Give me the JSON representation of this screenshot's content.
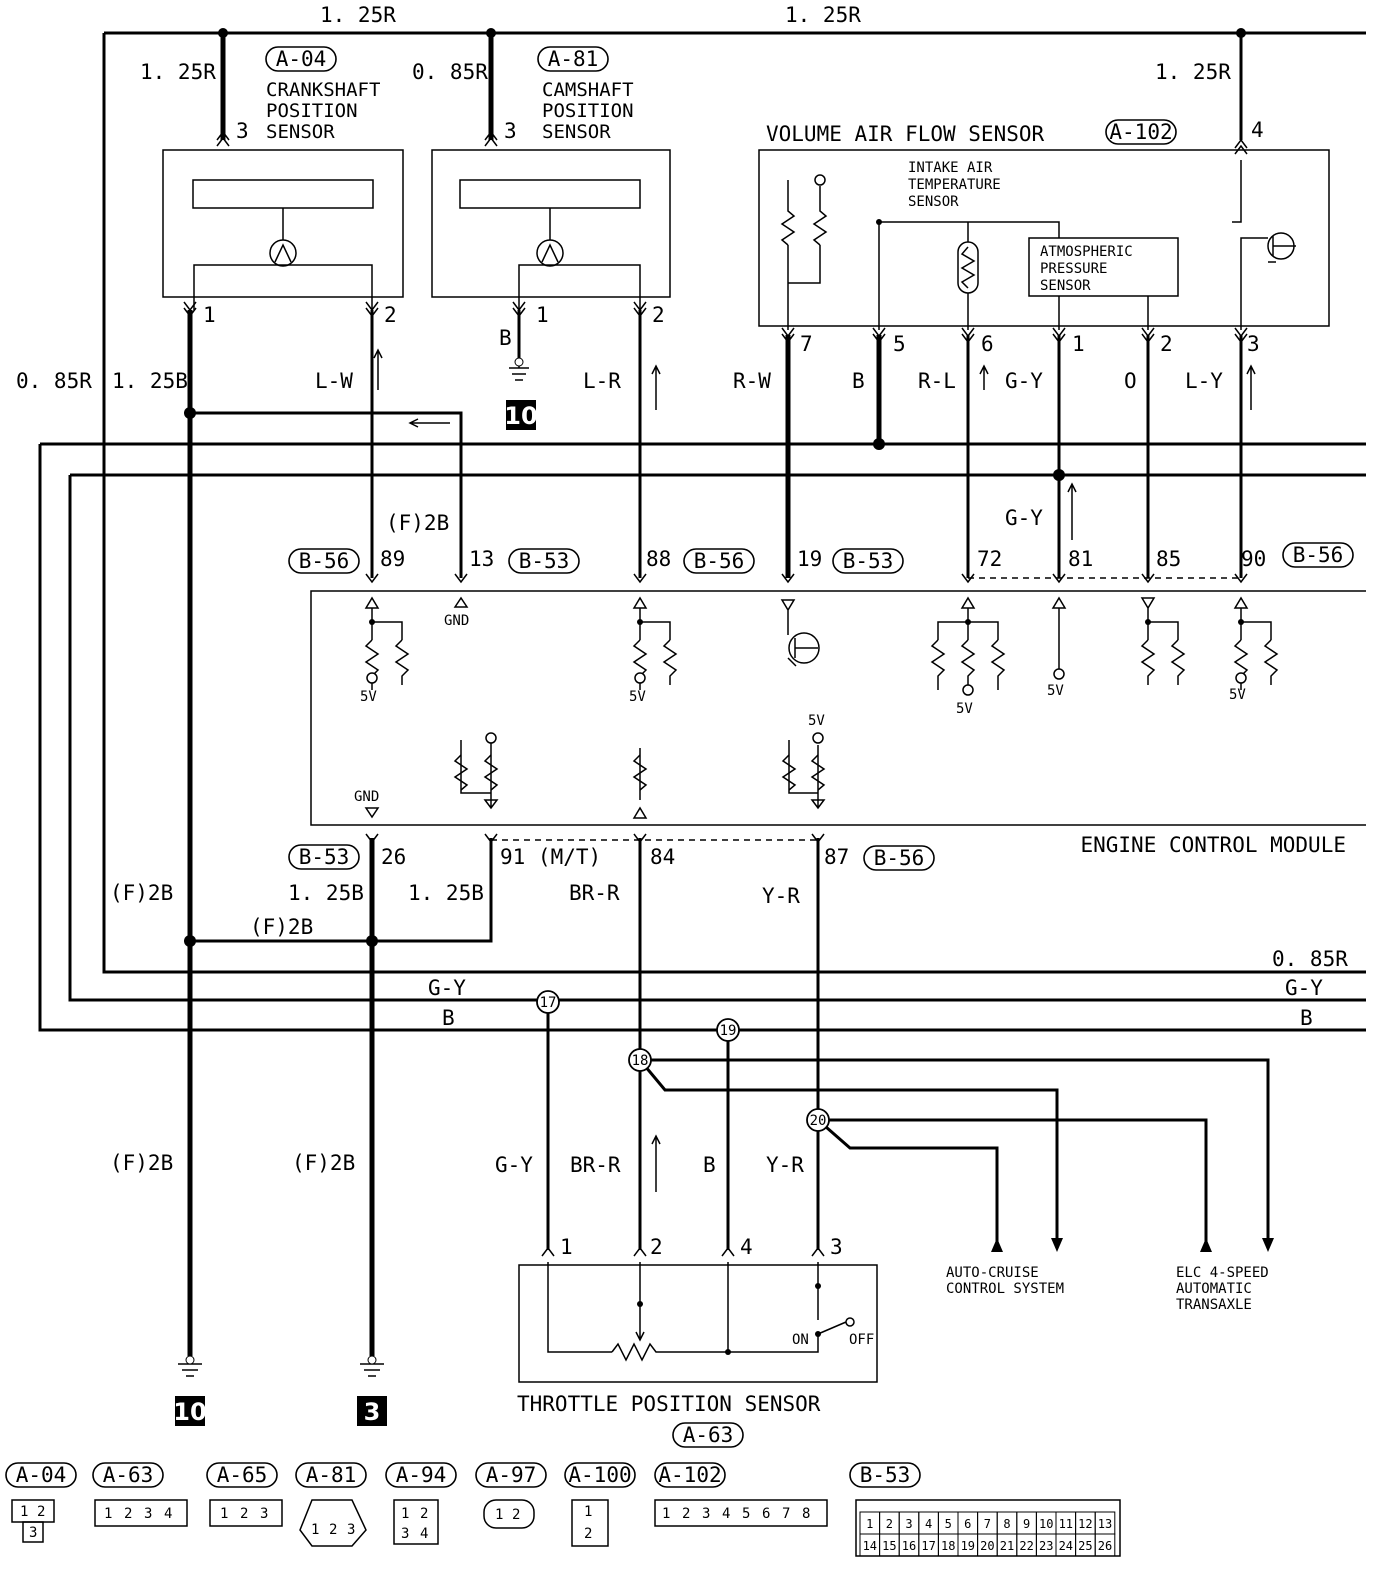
{
  "ground_box_center": "10",
  "ground_box_left": "10",
  "ground_box_right": "3",
  "wire_labels": {
    "top_left": "1. 25R",
    "top_right": "1. 25R",
    "ckp_feed": "1. 25R",
    "cmp_feed": "0. 85R",
    "vaf_feed": "1. 25R",
    "left_085r": "0. 85R",
    "left_125b": "1. 25B",
    "l_w": "L-W",
    "b_cmp": "B",
    "l_r": "L-R",
    "r_w": "R-W",
    "b_vaf": "B",
    "r_l": "R-L",
    "g_y_vaf": "G-Y",
    "o": "O",
    "l_y": "L-Y",
    "f2b_upper": "(F)2B",
    "g_y_mid": "G-Y",
    "f2b_left_lower": "(F)2B",
    "b26_125b": "1. 25B",
    "b91_125b": "1. 25B",
    "br_r_upper": "BR-R",
    "y_r_upper": "Y-R",
    "f2b_joint": "(F)2B",
    "bus_085r": "0. 85R",
    "bus_gy_left": "G-Y",
    "bus_gy_right": "G-Y",
    "bus_b_left": "B",
    "bus_b_right": "B",
    "f2b_ground_left": "(F)2B",
    "f2b_ground_right": "(F)2B",
    "tps_g_y": "G-Y",
    "tps_br_r": "BR-R",
    "tps_b": "B",
    "tps_y_r": "Y-R"
  },
  "components": {
    "ckp": {
      "connector": "A-04",
      "lines": [
        "CRANKSHAFT",
        "POSITION",
        "SENSOR"
      ],
      "pin_top": "3",
      "pin_1": "1",
      "pin_2": "2"
    },
    "cmp": {
      "connector": "A-81",
      "lines": [
        "CAMSHAFT",
        "POSITION",
        "SENSOR"
      ],
      "pin_top": "3",
      "pin_1": "1",
      "pin_2": "2"
    },
    "vaf": {
      "title": "VOLUME AIR FLOW SENSOR",
      "connector": "A-102",
      "iat_lines": [
        "INTAKE AIR",
        "TEMPERATURE",
        "SENSOR"
      ],
      "baro_lines": [
        "ATMOSPHERIC",
        "PRESSURE",
        "SENSOR"
      ],
      "pin_top": "4",
      "pins": [
        "7",
        "5",
        "6",
        "1",
        "2",
        "3"
      ]
    },
    "tps": {
      "title": "THROTTLE POSITION SENSOR",
      "connector": "A-63",
      "pins": [
        "1",
        "2",
        "4",
        "3"
      ],
      "on": "ON",
      "off": "OFF"
    },
    "ecm": {
      "title": "ENGINE CONTROL MODULE"
    }
  },
  "ecm_pins_top": {
    "p89": "89",
    "c89": "B-56",
    "p13": "13",
    "c13": "B-53",
    "p88": "88",
    "c88": "B-56",
    "p19": "19",
    "c19": "B-53",
    "p72": "72",
    "p81": "81",
    "p85": "85",
    "p90": "90",
    "c90": "B-56"
  },
  "ecm_pins_bottom": {
    "c26": "B-53",
    "p26": "26",
    "p91": "91 (M/T)",
    "p84": "84",
    "p87": "87",
    "c87": "B-56"
  },
  "ecm_internal": {
    "gnd_top": "GND",
    "gnd_bottom": "GND",
    "v5": "5V"
  },
  "splices": [
    "17",
    "18",
    "19",
    "20"
  ],
  "destinations": {
    "cruise": [
      "AUTO-CRUISE",
      "CONTROL SYSTEM"
    ],
    "trans": [
      "ELC 4-SPEED",
      "AUTOMATIC",
      "TRANSAXLE"
    ]
  },
  "connector_legend": [
    "A-04",
    "A-63",
    "A-65",
    "A-81",
    "A-94",
    "A-97",
    "A-100",
    "A-102",
    "B-53"
  ],
  "legend_pins": {
    "a04": [
      "1",
      "2",
      "3"
    ],
    "a63": [
      "1",
      "2",
      "3",
      "4"
    ],
    "a65": [
      "1",
      "2",
      "3"
    ],
    "a81": [
      "1",
      "2",
      "3"
    ],
    "a94": [
      "1",
      "2",
      "3",
      "4"
    ],
    "a97": [
      "1",
      "2"
    ],
    "a100": [
      "1",
      "2"
    ],
    "a102": [
      "1",
      "2",
      "3",
      "4",
      "5",
      "6",
      "7",
      "8"
    ],
    "b53_row1": [
      "1",
      "2",
      "3",
      "4",
      "5",
      "6",
      "7",
      "8",
      "9",
      "10",
      "11",
      "12",
      "13"
    ],
    "b53_row2": [
      "14",
      "15",
      "16",
      "17",
      "18",
      "19",
      "20",
      "21",
      "22",
      "23",
      "24",
      "25",
      "26"
    ]
  }
}
